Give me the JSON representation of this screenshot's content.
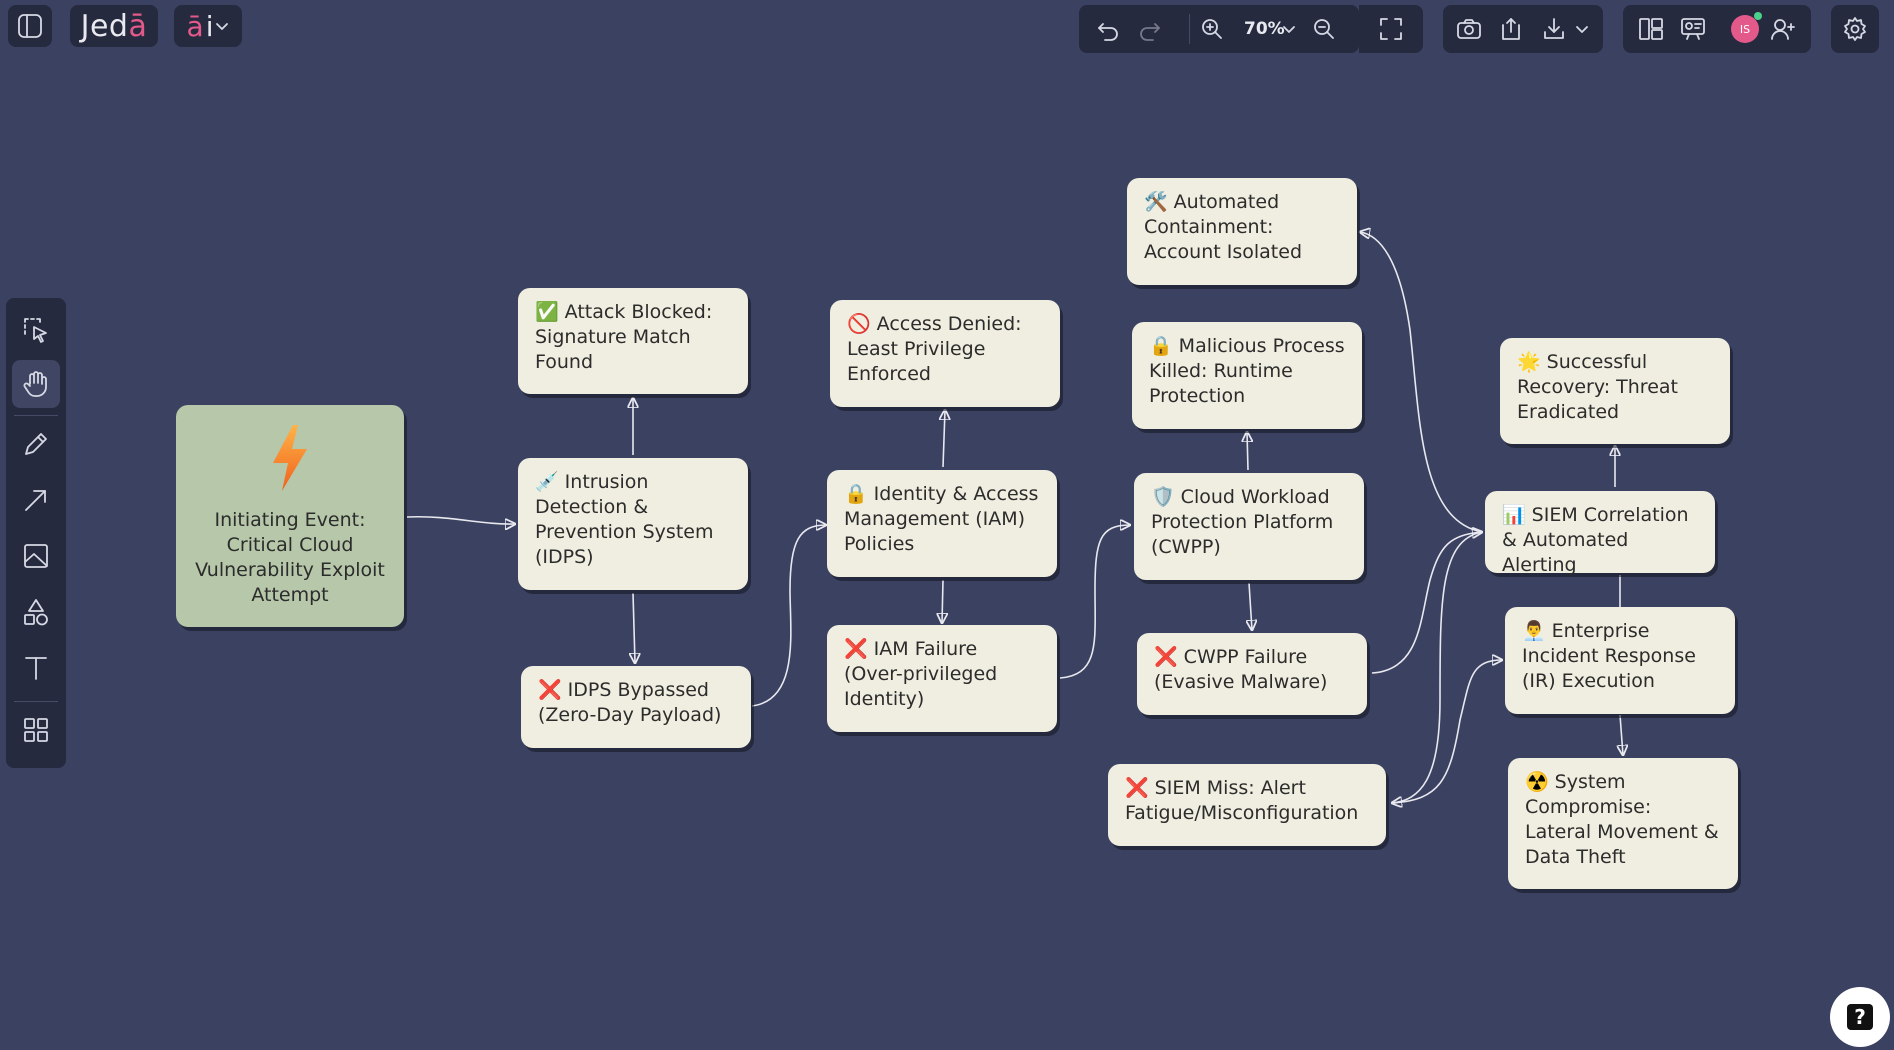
{
  "app": {
    "logo_main": "Jed",
    "logo_accent": "ā",
    "ai_accent": "ā",
    "ai_rest": "i"
  },
  "toolbar": {
    "zoom_level": "70%",
    "avatar_initials": "IS"
  },
  "colors": {
    "canvas": "#3b4160",
    "node_fill": "#f0eee0",
    "start_node_fill": "#b7c7a9",
    "toolbar": "#262a3f",
    "accent": "#e35a8a"
  },
  "left_tools": [
    {
      "name": "select-tool",
      "icon": "select-icon"
    },
    {
      "name": "hand-tool",
      "icon": "hand-icon"
    },
    {
      "name": "pen-tool",
      "icon": "pen-icon"
    },
    {
      "name": "arrow-tool",
      "icon": "arrow-icon"
    },
    {
      "name": "image-tool",
      "icon": "image-icon"
    },
    {
      "name": "shapes-tool",
      "icon": "shapes-icon"
    },
    {
      "name": "text-tool",
      "icon": "text-icon"
    },
    {
      "name": "components-tool",
      "icon": "grid-icon"
    }
  ],
  "nodes": {
    "start": {
      "icon": "⚡",
      "text": "Initiating Event: Critical Cloud Vulnerability Exploit Attempt"
    },
    "idps": {
      "icon": "💉",
      "text": "Intrusion Detection & Prevention System (IDPS)"
    },
    "blocked": {
      "icon": "✅",
      "text": "Attack Blocked: Signature Match Found"
    },
    "idps_bypassed": {
      "icon": "❌",
      "text": "IDPS Bypassed (Zero-Day Payload)"
    },
    "iam": {
      "icon": "🔒",
      "text": "Identity & Access Management (IAM) Policies"
    },
    "access_denied": {
      "icon": "🚫",
      "text": "Access Denied: Least Privilege Enforced"
    },
    "iam_failure": {
      "icon": "❌",
      "text": "IAM Failure (Over-privileged Identity)"
    },
    "cwpp": {
      "icon": "🛡️",
      "text": "Cloud Workload Protection Platform (CWPP)"
    },
    "malicious_killed": {
      "icon": "🔒",
      "text": "Malicious Process Killed: Runtime Protection"
    },
    "cwpp_failure": {
      "icon": "❌",
      "text": "CWPP Failure (Evasive Malware)"
    },
    "automated_containment": {
      "icon": "🛠️",
      "text": "Automated Containment: Account Isolated"
    },
    "siem_miss": {
      "icon": "❌",
      "text": "SIEM Miss: Alert Fatigue/Misconfiguration"
    },
    "siem": {
      "icon": "📊",
      "text": "SIEM Correlation & Automated Alerting"
    },
    "recovery": {
      "icon": "🌟",
      "text": "Successful Recovery: Threat Eradicated"
    },
    "enterprise_ir": {
      "icon": "👨‍💼",
      "text": "Enterprise Incident Response (IR) Execution"
    },
    "compromise": {
      "icon": "☢️",
      "text": "System Compromise: Lateral Movement & Data Theft"
    }
  }
}
